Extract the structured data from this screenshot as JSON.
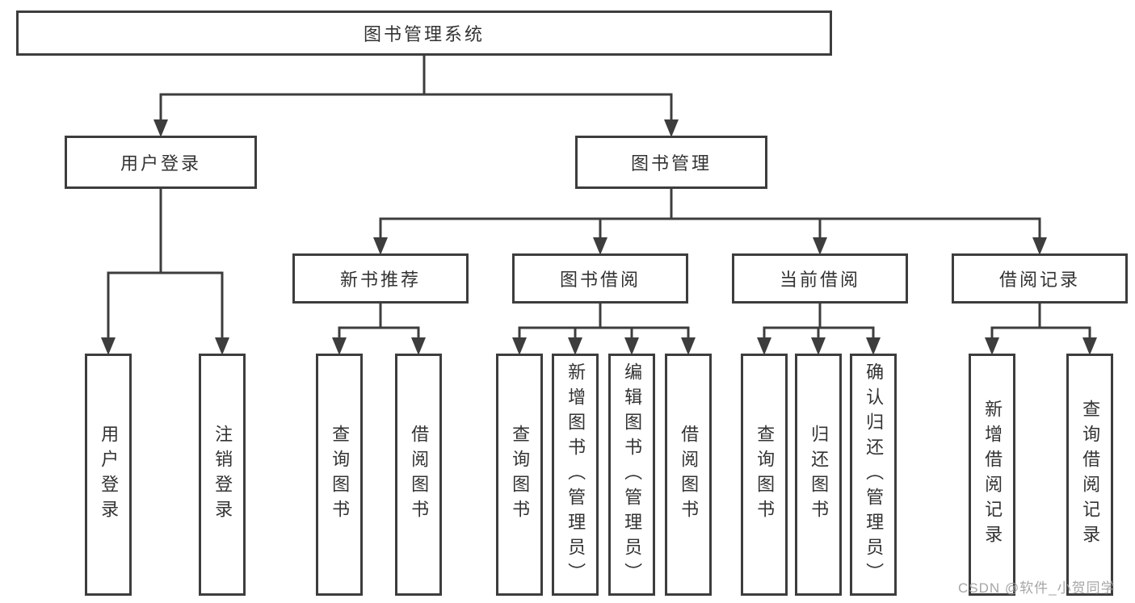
{
  "colors": {
    "line": "#3d3d3d",
    "text": "#333333",
    "box_background": "#ffffff",
    "watermark": "#9e9e9e"
  },
  "tree": {
    "root": {
      "label": "图书管理系统"
    },
    "branches": [
      {
        "label": "用户登录",
        "children": [
          {
            "label": "用户登录"
          },
          {
            "label": "注销登录"
          }
        ]
      },
      {
        "label": "图书管理",
        "children": [
          {
            "label": "新书推荐",
            "children": [
              {
                "label": "查询图书"
              },
              {
                "label": "借阅图书"
              }
            ]
          },
          {
            "label": "图书借阅",
            "children": [
              {
                "label": "查询图书"
              },
              {
                "label": "新增图书（管理员）"
              },
              {
                "label": "编辑图书（管理员）"
              },
              {
                "label": "借阅图书"
              }
            ]
          },
          {
            "label": "当前借阅",
            "children": [
              {
                "label": "查询图书"
              },
              {
                "label": "归还图书"
              },
              {
                "label": "确认归还（管理员）"
              }
            ]
          },
          {
            "label": "借阅记录",
            "children": [
              {
                "label": "新增借阅记录"
              },
              {
                "label": "查询借阅记录"
              }
            ]
          }
        ]
      }
    ]
  },
  "watermark": "CSDN @软件_小贺同学"
}
